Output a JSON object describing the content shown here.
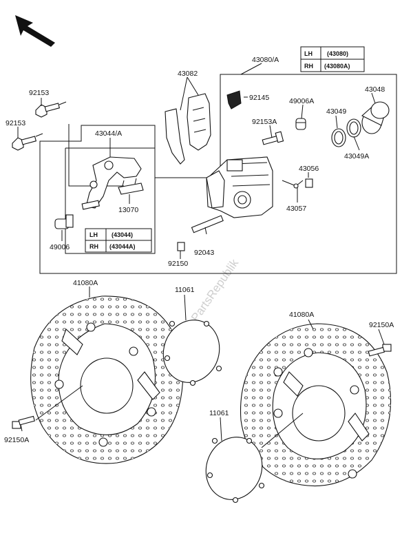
{
  "watermark": "PartsRepublik",
  "labels": {
    "p43080A": "43080/A",
    "p43082": "43082",
    "p92153a": "92153",
    "p92153b": "92153",
    "p92145": "92145",
    "p49006A": "49006A",
    "p43048": "43048",
    "p92153A": "92153A",
    "p43049": "43049",
    "p43049A": "43049A",
    "p43044A": "43044/A",
    "p43056": "43056",
    "p13070": "13070",
    "p43057": "43057",
    "p49006": "49006",
    "p92043": "92043",
    "p92150": "92150",
    "p41080Aa": "41080A",
    "p11061a": "11061",
    "p41080Ab": "41080A",
    "p92150Aa": "92150A",
    "p11061b": "11061",
    "p92150Ab": "92150A"
  },
  "tables": {
    "caliper": [
      {
        "side": "LH",
        "part": "(43080)"
      },
      {
        "side": "RH",
        "part": "(43080A)"
      }
    ],
    "bracket": [
      {
        "side": "LH",
        "part": "(43044)"
      },
      {
        "side": "RH",
        "part": "(43044A)"
      }
    ]
  },
  "icons": {
    "front_direction": "arrow-icon"
  }
}
